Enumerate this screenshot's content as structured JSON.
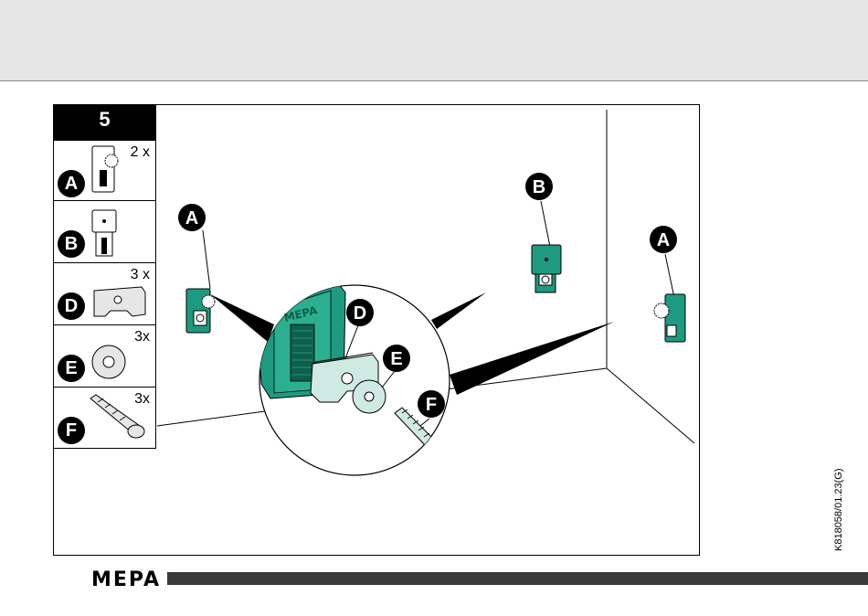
{
  "step": {
    "number": "5"
  },
  "parts": [
    {
      "letter": "A",
      "qty": "2 x"
    },
    {
      "letter": "B",
      "qty": ""
    },
    {
      "letter": "D",
      "qty": "3 x"
    },
    {
      "letter": "E",
      "qty": "3x"
    },
    {
      "letter": "F",
      "qty": "3x"
    }
  ],
  "diagram_callouts": {
    "left_bracket": "A",
    "right_bracket": "A",
    "top_bracket": "B",
    "detail_clip": "D",
    "detail_washer": "E",
    "detail_screw": "F"
  },
  "detail_brand": "MEPA",
  "doc_code": "K818058/01.23(G)",
  "footer": {
    "brand": "MEPA"
  },
  "colors": {
    "teal": "#1e9a80",
    "teal_dark": "#0f6a55",
    "clip_light": "#cfe9e3",
    "black": "#000000",
    "top_band": "#e6e6e6",
    "footer_bar": "#3a3a3a"
  }
}
